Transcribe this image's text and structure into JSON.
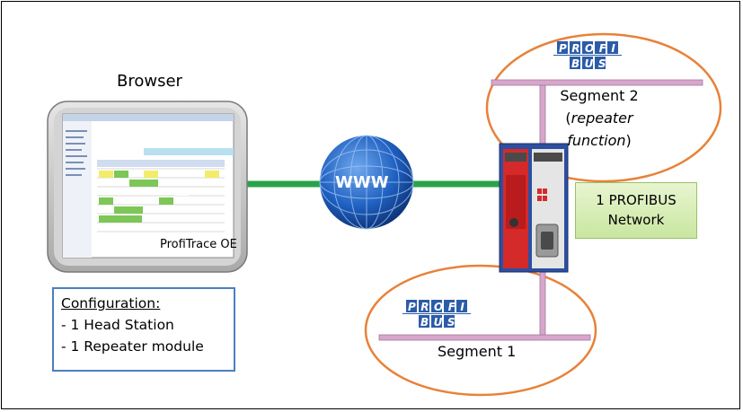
{
  "browser_label": "Browser",
  "screen_label": "ProfiTrace OE",
  "globe_label": "WWW",
  "segment2": {
    "line1": "Segment 2",
    "line2_prefix": "(",
    "line2_italic": "repeater",
    "line3_italic": "function",
    "line3_suffix": ")"
  },
  "segment1_label": "Segment 1",
  "network_box": {
    "line1": "1 PROFIBUS",
    "line2": "Network"
  },
  "configuration": {
    "title": "Configuration:",
    "items": [
      "- 1 Head Station",
      "- 1 Repeater module"
    ]
  },
  "logo_text": {
    "top": "PROFI",
    "bottom": "BUS"
  },
  "colors": {
    "bus_line": "#d8a6cc",
    "link_line": "#2aa34a",
    "ellipse_stroke": "#e8813a",
    "globe": "#1f5fbf",
    "config_border": "#4a7fc1",
    "logo": "#2c5ca8"
  }
}
